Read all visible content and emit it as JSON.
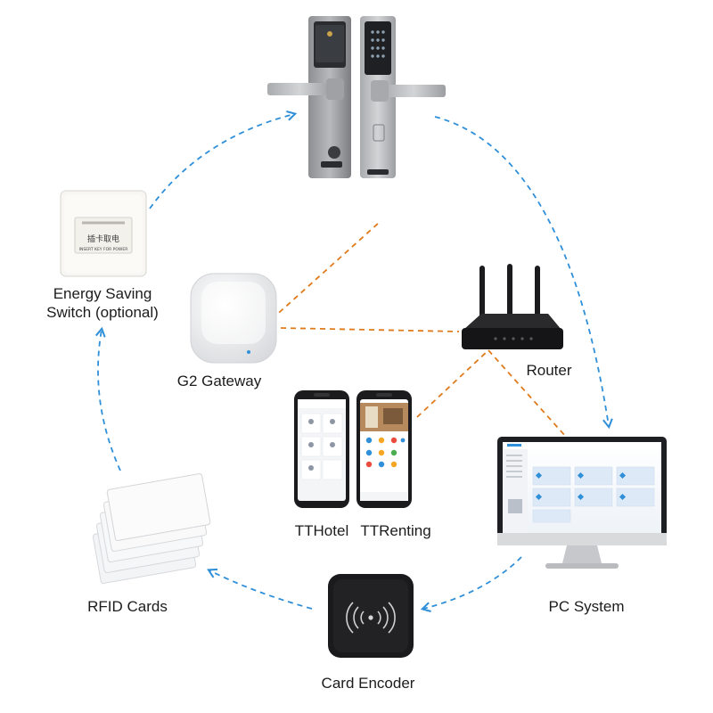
{
  "nodes": {
    "energy_switch": {
      "label_line1": "Energy Saving",
      "label_line2": "Switch (optional)",
      "plate_text1": "插卡取电",
      "plate_text2": "INSERT KEY FOR POWER"
    },
    "gateway": {
      "label": "G2 Gateway"
    },
    "router": {
      "label": "Router"
    },
    "tthotel": {
      "label": "TTHotel"
    },
    "ttrenting": {
      "label": "TTRenting"
    },
    "pc_system": {
      "label": "PC System"
    },
    "card_encoder": {
      "label": "Card Encoder"
    },
    "rfid_cards": {
      "label": "RFID Cards"
    }
  },
  "colors": {
    "card_flow": "#2f8fd8",
    "network_link": "#e07b1c"
  },
  "icons": [
    "door-lock-icon",
    "energy-switch-icon",
    "gateway-icon",
    "router-icon",
    "phone-icon",
    "pc-monitor-icon",
    "card-encoder-icon",
    "rfid-cards-icon"
  ]
}
